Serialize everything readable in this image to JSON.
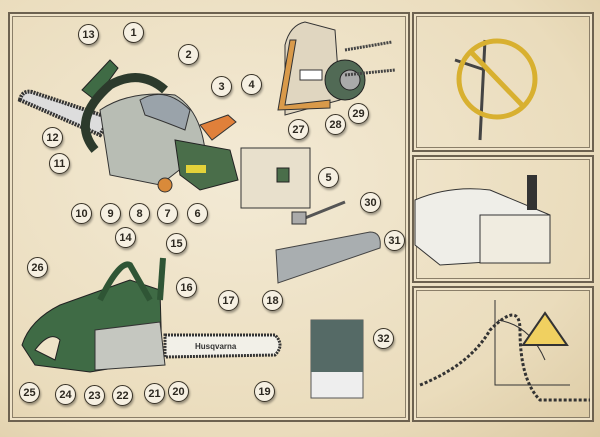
{
  "title": "Chainsaw parts identification",
  "callouts": {
    "c1": "1",
    "c2": "2",
    "c3": "3",
    "c4": "4",
    "c5": "5",
    "c6": "6",
    "c7": "7",
    "c8": "8",
    "c9": "9",
    "c10": "10",
    "c11": "11",
    "c12": "12",
    "c13": "13",
    "c14": "14",
    "c15": "15",
    "c16": "16",
    "c17": "17",
    "c18": "18",
    "c19": "19",
    "c20": "20",
    "c21": "21",
    "c22": "22",
    "c23": "23",
    "c24": "24",
    "c25": "25",
    "c26": "26",
    "c27": "27",
    "c28": "28",
    "c29": "29",
    "c30": "30",
    "c31": "31",
    "c32": "32"
  },
  "bar_brand": "Husqvarna",
  "warnings": [
    "no-climbing-cutting",
    "chain-brake-guard",
    "kickback-warning"
  ],
  "colors": {
    "paper": "#efe3c8",
    "green": "#3f6b45",
    "orange": "#d98a3a",
    "grey": "#b9bdb5",
    "prohibit": "#d8b030"
  }
}
